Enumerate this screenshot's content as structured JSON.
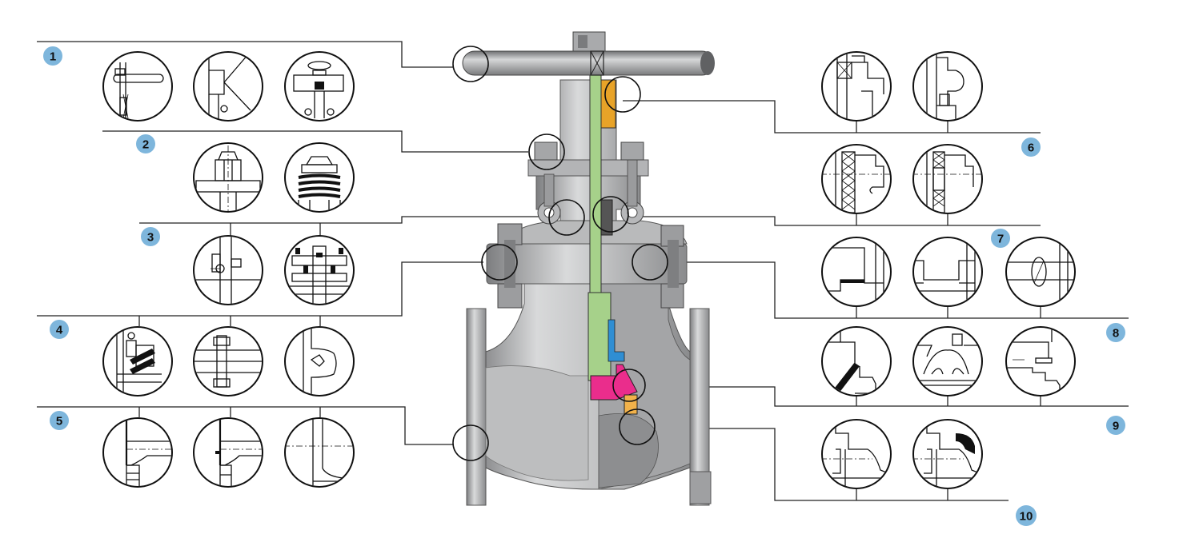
{
  "callouts": [
    {
      "number": "1"
    },
    {
      "number": "2"
    },
    {
      "number": "3"
    },
    {
      "number": "4"
    },
    {
      "number": "5"
    },
    {
      "number": "6"
    },
    {
      "number": "7"
    },
    {
      "number": "8"
    },
    {
      "number": "9"
    },
    {
      "number": "10"
    }
  ],
  "colors": {
    "badge": "#7eb6dc",
    "body_metal": "#c8c9ca",
    "body_shadow": "#8f9092",
    "stem": "#a6d18a",
    "packing": "#e8a328",
    "wedge": "#ea2d8c",
    "gasket": "#2f8ed3",
    "seat_ring": "#f2b24a"
  },
  "detail_icons": [
    "handwheel-detail-icon",
    "gear-operator-detail-icon",
    "actuator-detail-icon",
    "yoke-nut-detail-icon",
    "bellows-detail-icon",
    "gland-bolt-detail-icon",
    "gland-flange-detail-icon",
    "pressure-seal-detail-icon",
    "bolted-bonnet-detail-icon",
    "welded-bonnet-detail-icon",
    "flanged-end-detail-icon",
    "rtj-end-detail-icon",
    "butt-weld-end-detail-icon",
    "backseat-detail-icon",
    "backseat-integral-detail-icon",
    "packing-ring-detail-icon",
    "packing-lantern-detail-icon",
    "raised-face-gasket-detail-icon",
    "tongue-groove-gasket-detail-icon",
    "ring-joint-gasket-detail-icon",
    "solid-wedge-detail-icon",
    "flexible-wedge-detail-icon",
    "split-wedge-detail-icon",
    "seat-ring-detail-icon",
    "hardfaced-seat-detail-icon"
  ]
}
